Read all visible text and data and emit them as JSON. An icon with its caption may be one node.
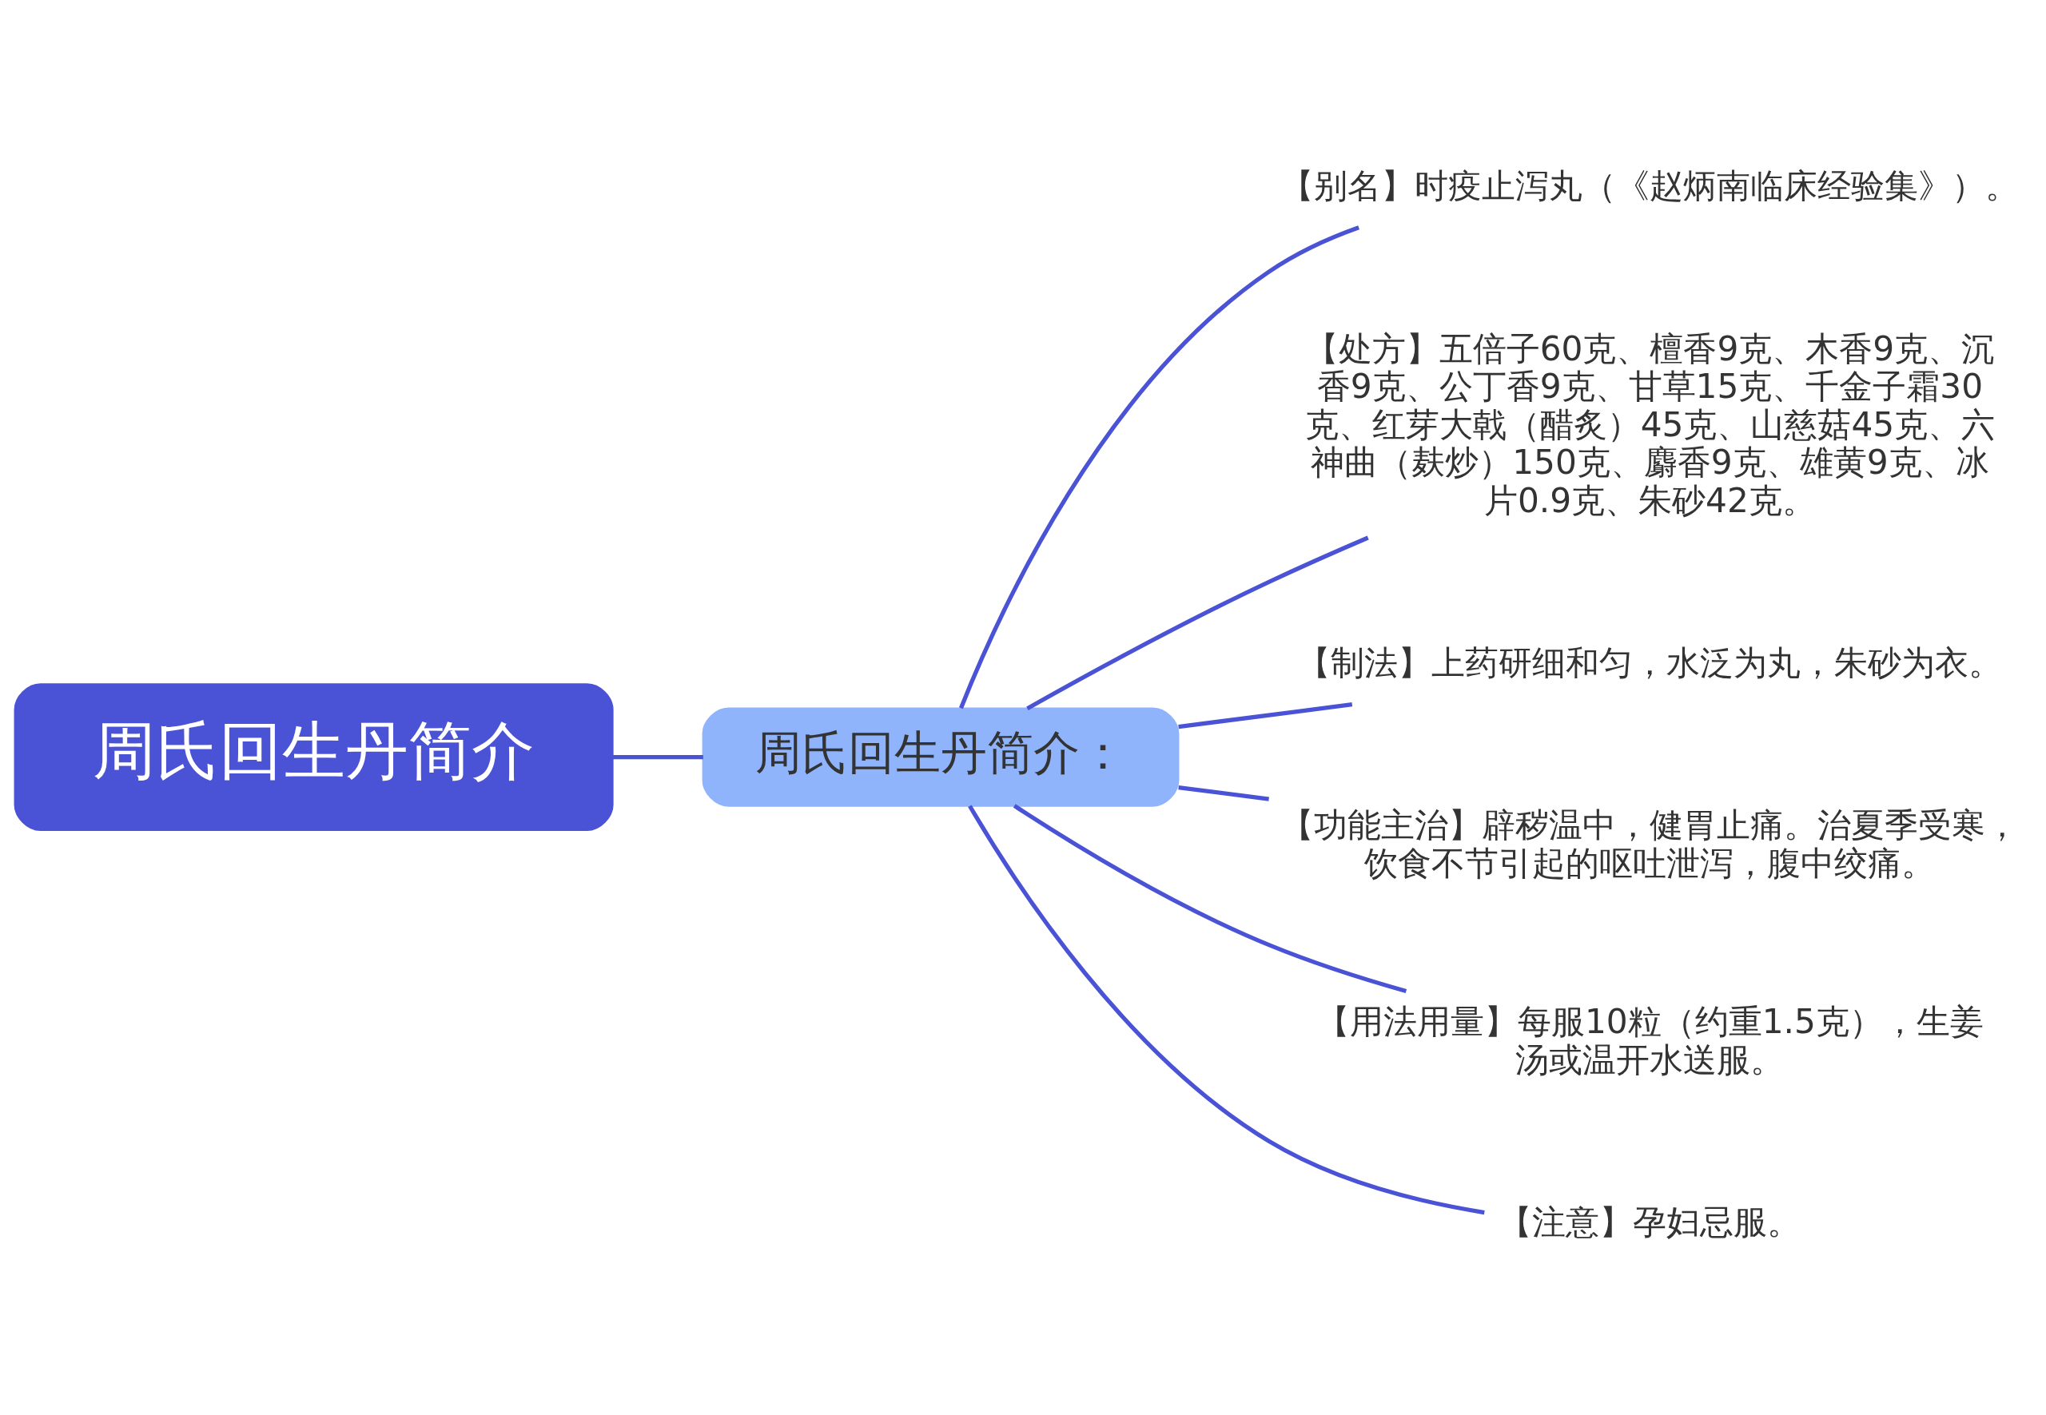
{
  "diagram": {
    "nodes": [
      {
        "text": [
          "周氏回生丹简介"
        ]
      },
      {
        "text": [
          "周氏回生丹简介："
        ]
      },
      {
        "text": [
          "【别名】时疫止泻丸（《赵炳南临床经验集》）。"
        ]
      },
      {
        "text": [
          "【处方】五倍子60克、檀香9克、木香9克、沉香9克、公丁香9克、甘草15克、千金子霜30克、红芽大戟（醋炙）45克、山慈菇45克、六神曲（麸炒）150克、麝香9克、雄黄9克、冰片0.9克、朱砂42克。"
        ]
      },
      {
        "text": [
          "【制法】上药研细和匀，水泛为丸，朱砂为衣。"
        ]
      },
      {
        "text": [
          "【功能主治】辟秽温中，健胃止痛。治夏季受寒，饮食不节引起的呕吐泄泻，腹中绞痛。"
        ]
      },
      {
        "text": [
          "【用法用量】每服10粒（约重1.5克），生姜汤或温开水送服。"
        ]
      },
      {
        "text": [
          "【注意】孕妇忌服。"
        ]
      }
    ],
    "edges": [
      {
        "from": 0,
        "to": 1,
        "arrow": "none"
      },
      {
        "from": 1,
        "to": 2,
        "arrow": "none"
      },
      {
        "from": 1,
        "to": 3,
        "arrow": "none"
      },
      {
        "from": 1,
        "to": 4,
        "arrow": "none"
      },
      {
        "from": 1,
        "to": 5,
        "arrow": "none"
      },
      {
        "from": 1,
        "to": 6,
        "arrow": "none"
      },
      {
        "from": 1,
        "to": 7,
        "arrow": "none"
      }
    ]
  }
}
